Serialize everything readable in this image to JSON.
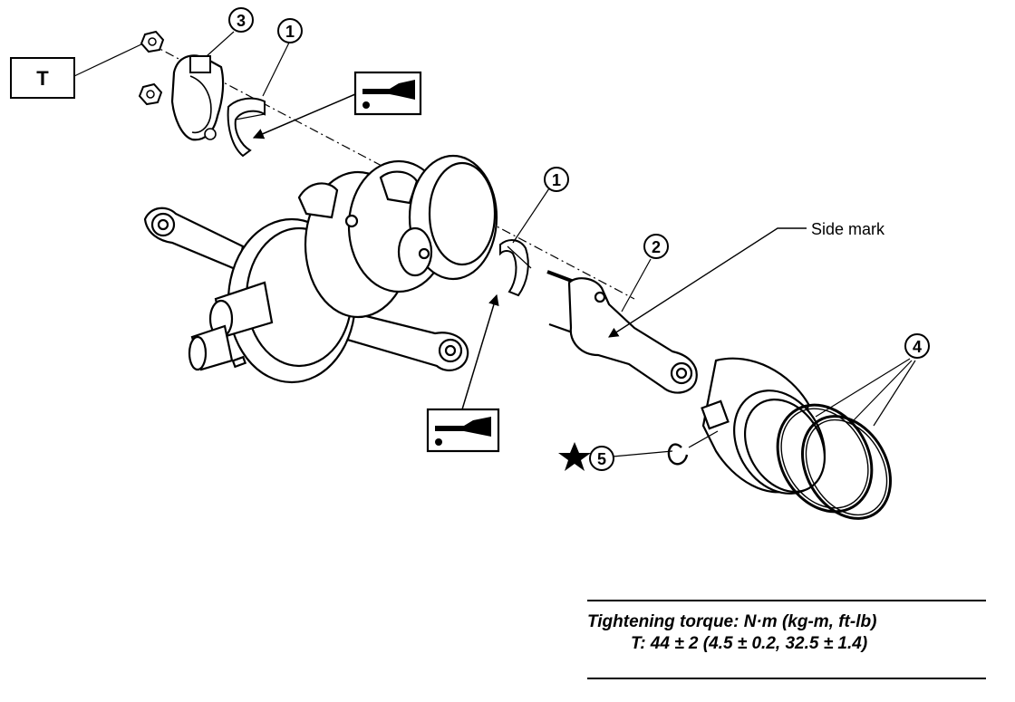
{
  "callouts": [
    {
      "id": "callout-1-top",
      "label": "1"
    },
    {
      "id": "callout-3",
      "label": "3"
    },
    {
      "id": "callout-1-mid",
      "label": "1"
    },
    {
      "id": "callout-2",
      "label": "2"
    },
    {
      "id": "callout-4",
      "label": "4"
    },
    {
      "id": "callout-5",
      "label": "5"
    }
  ],
  "torque_box_label": "T",
  "side_mark_label": "Side mark",
  "icons": {
    "oil_top": "oil-can-icon",
    "oil_bottom": "oil-can-icon",
    "star": "star-icon"
  },
  "spec": {
    "title": "Tightening torque: N·m (kg-m, ft-lb)",
    "value": "T: 44 ± 2 (4.5 ± 0.2, 32.5 ± 1.4)"
  }
}
